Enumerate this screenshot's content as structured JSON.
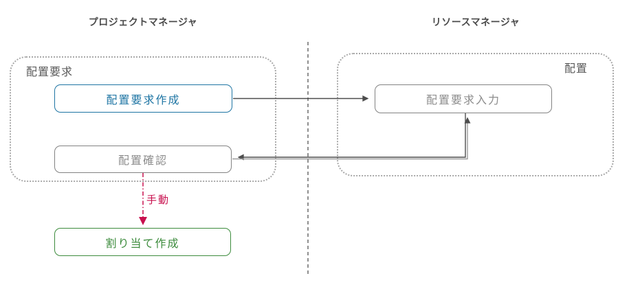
{
  "colors": {
    "header_text": "#4a4a4a",
    "container_border": "#a8a8a8",
    "container_label": "#595959",
    "node_blue": "#1d74a3",
    "node_gray_border": "#828282",
    "node_gray_text": "#8c8c8c",
    "node_green": "#3c8b3c",
    "edge_dark": "#4d4d4d",
    "edge_light": "#999999",
    "edge_red": "#c8104e",
    "divider": "#606060"
  },
  "diagram": {
    "lanes": [
      {
        "title": "プロジェクトマネージャ"
      },
      {
        "title": "リソースマネージャ"
      }
    ],
    "groups": [
      {
        "label": "配置要求"
      },
      {
        "label": "配置"
      }
    ],
    "nodes": [
      {
        "id": "create-placement-request",
        "label": "配置要求作成",
        "style": "blue"
      },
      {
        "id": "input-placement-request",
        "label": "配置要求入力",
        "style": "gray"
      },
      {
        "id": "confirm-placement",
        "label": "配置確認",
        "style": "gray"
      },
      {
        "id": "create-assignment",
        "label": "割り当て作成",
        "style": "green"
      }
    ],
    "edges": [
      {
        "from": "create-placement-request",
        "to": "input-placement-request",
        "style": "solid-dark"
      },
      {
        "from": "input-placement-request",
        "to": "confirm-placement",
        "style": "solid-dark"
      },
      {
        "from": "confirm-placement",
        "to": "input-placement-request",
        "style": "solid-light"
      },
      {
        "from": "confirm-placement",
        "to": "create-assignment",
        "style": "dashed-red",
        "label": "手動"
      }
    ]
  }
}
